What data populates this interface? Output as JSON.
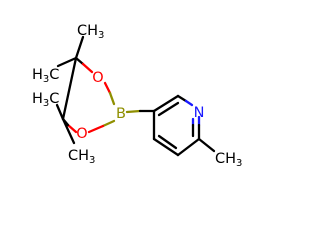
{
  "molecule": {
    "atoms": {
      "o_top": "O",
      "o_bottom": "O",
      "boron": "B",
      "nitrogen": "N"
    },
    "methyls": {
      "top_label": "CH3",
      "upper_left_label": "H3C",
      "lower_left_label": "H3C",
      "bottom_label": "CH3",
      "pyridine_label": "CH3",
      "element_c": "C",
      "element_h": "H",
      "subscript": "3"
    },
    "colors": {
      "carbon": "#000000",
      "oxygen": "#ff0000",
      "boron": "#8f8f00",
      "nitrogen": "#1a1aff"
    }
  }
}
